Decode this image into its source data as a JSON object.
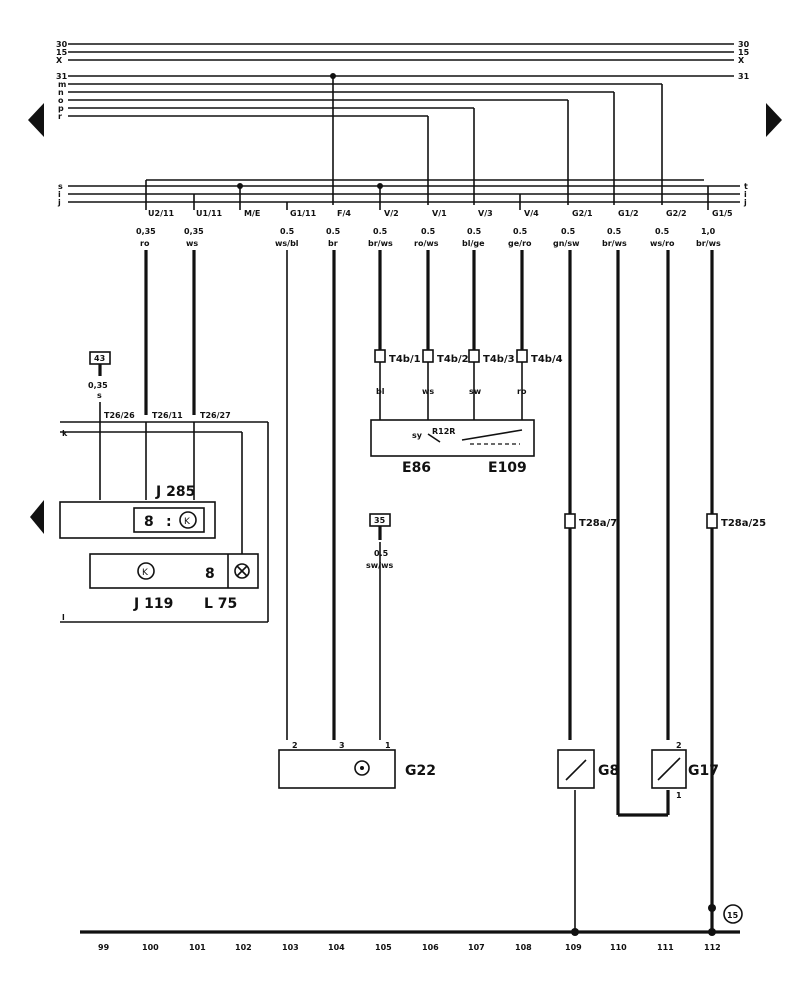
{
  "bus_lines_top": {
    "left": [
      "30",
      "15",
      "X",
      "31",
      "m",
      "n",
      "o",
      "p",
      "r"
    ],
    "right": [
      "30",
      "15",
      "X",
      "31"
    ]
  },
  "bus_lines_mid": {
    "left": [
      "s",
      "i",
      "j"
    ],
    "right": [
      "t",
      "i",
      "j"
    ]
  },
  "connectors": [
    {
      "id": "U2/11",
      "size": "0,35",
      "color": "ro"
    },
    {
      "id": "U1/11",
      "size": "0,35",
      "color": "ws"
    },
    {
      "id": "M/E",
      "size": "",
      "color": ""
    },
    {
      "id": "G1/11",
      "size": "0.5",
      "color": "ws/bl"
    },
    {
      "id": "F/4",
      "size": "0.5",
      "color": "br"
    },
    {
      "id": "V/2",
      "size": "0.5",
      "color": "br/ws"
    },
    {
      "id": "V/1",
      "size": "0.5",
      "color": "ro/ws"
    },
    {
      "id": "V/3",
      "size": "0.5",
      "color": "bl/ge"
    },
    {
      "id": "V/4",
      "size": "0.5",
      "color": "ge/ro"
    },
    {
      "id": "G2/1",
      "size": "0.5",
      "color": "gn/sw"
    },
    {
      "id": "G1/2",
      "size": "0.5",
      "color": "br/ws"
    },
    {
      "id": "G2/2",
      "size": "0.5",
      "color": "ws/ro"
    },
    {
      "id": "G1/5",
      "size": "1,0",
      "color": "br/ws"
    }
  ],
  "plugs_t4b": [
    "T4b/1",
    "T4b/2",
    "T4b/3",
    "T4b/4"
  ],
  "plug_colors": [
    "bl",
    "ws",
    "sw",
    "ro"
  ],
  "switch": {
    "label1": "sy",
    "label2": "R12R",
    "e1": "E86",
    "e2": "E109"
  },
  "ground_43": {
    "num": "43",
    "size": "0,35",
    "color": "s"
  },
  "t26": [
    "T26/26",
    "T26/11",
    "T26/27"
  ],
  "side_letters": {
    "k": "k",
    "l": "l"
  },
  "j285": {
    "label": "J 285",
    "display": "8",
    "symbol": "K"
  },
  "j119": {
    "label": "J 119",
    "symbol": "K",
    "display": "8"
  },
  "l75": {
    "label": "L 75"
  },
  "ground_35": {
    "num": "35",
    "size": "0.5",
    "color": "sw/ws"
  },
  "g22": {
    "label": "G22",
    "pins": [
      "2",
      "3",
      "1"
    ]
  },
  "g8": {
    "label": "G8",
    "plug": "T28a/7"
  },
  "g17": {
    "label": "G17",
    "pins": [
      "2",
      "1"
    ]
  },
  "t28a25": {
    "plug": "T28a/25"
  },
  "ground_15": {
    "num": "15"
  },
  "track_numbers": [
    "99",
    "100",
    "101",
    "102",
    "103",
    "104",
    "105",
    "106",
    "107",
    "108",
    "109",
    "110",
    "111",
    "112"
  ]
}
